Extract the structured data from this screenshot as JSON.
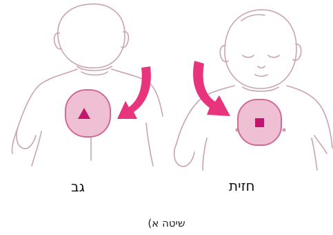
{
  "labels": {
    "back": "גב",
    "front": "חזית"
  },
  "caption": "שיטה א)",
  "colors": {
    "outline": "#c9a3b1",
    "pad_fill": "#efc0d3",
    "pad_stroke": "#cf6a97",
    "arrow": "#e8347c",
    "marker": "#c2166e"
  }
}
